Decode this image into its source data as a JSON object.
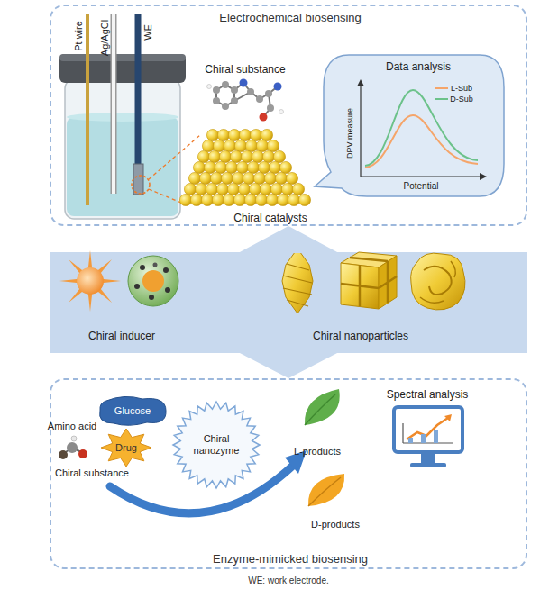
{
  "diagram": {
    "caption": "WE: work electrode.",
    "nodes": [
      {
        "text": [
          "Electrochemical biosensing"
        ]
      },
      {
        "text": [
          "Data analysis"
        ],
        "in": 0
      },
      {
        "text": [
          "Chiral inducer",
          "Chiral nanoparticles"
        ]
      },
      {
        "text": [
          "Enzyme-mimicked biosensing"
        ]
      },
      {
        "text": [
          "Glucose"
        ],
        "in": 3
      },
      {
        "text": [
          "Drug"
        ],
        "in": 3
      },
      {
        "text": [
          "Chiral nanozyme"
        ],
        "in": 3
      },
      {
        "text": [
          "Spectral analysis"
        ],
        "in": 3
      }
    ],
    "edges": [
      {
        "from": 2,
        "to": 0,
        "arrow": "to"
      },
      {
        "from": 2,
        "to": 3,
        "arrow": "to"
      }
    ],
    "labels": [
      "Pt wire",
      "Ag/AgCl",
      "WE",
      "Chiral substance",
      "Chiral catalysts",
      "DPV measure",
      "Potential",
      "L-Sub",
      "D-Sub",
      "Amino acid",
      "Chiral substance",
      "L-products",
      "D-products"
    ]
  }
}
